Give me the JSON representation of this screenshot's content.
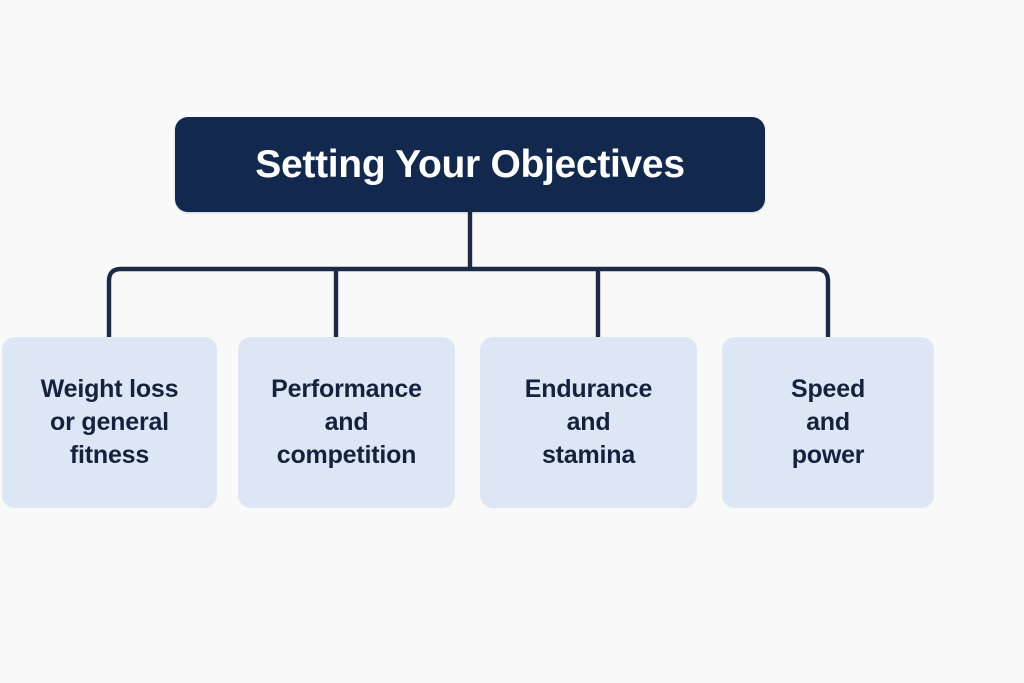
{
  "diagram": {
    "type": "org-chart",
    "orientation": "top-down",
    "background_color": "#f9f9f9",
    "connector_color": "#1b2a45",
    "root": {
      "label": "Setting Your Objectives",
      "background_color": "#12294d",
      "text_color": "#ffffff"
    },
    "children": [
      {
        "label": "Weight loss\nor general\nfitness",
        "background_color": "#dce6f4",
        "text_color": "#16213e"
      },
      {
        "label": "Performance\nand\ncompetition",
        "background_color": "#dce6f4",
        "text_color": "#16213e"
      },
      {
        "label": "Endurance\nand\nstamina",
        "background_color": "#dce6f4",
        "text_color": "#16213e"
      },
      {
        "label": "Speed\nand\npower",
        "background_color": "#dce6f4",
        "text_color": "#16213e"
      }
    ]
  }
}
